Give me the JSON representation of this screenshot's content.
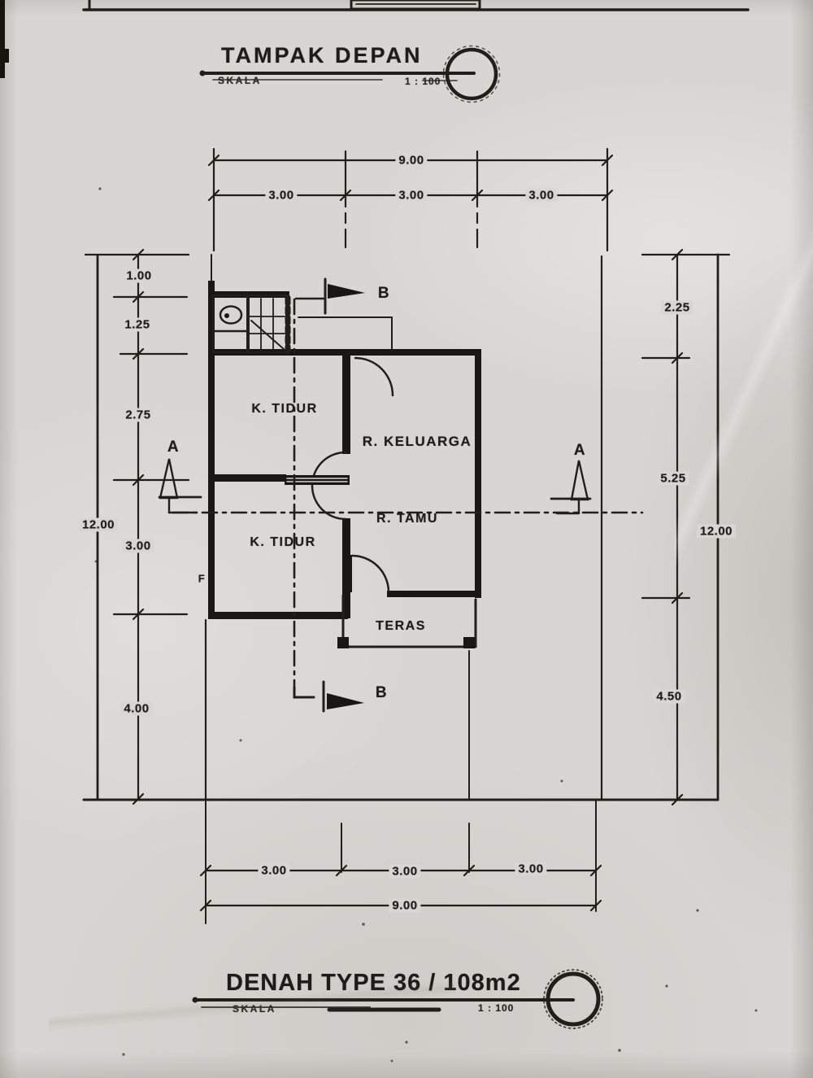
{
  "titles": {
    "front_view": {
      "title": "TAMPAK DEPAN",
      "scale_label": "SKALA",
      "scale_value": "1 : 100"
    },
    "floor_plan": {
      "title": "DENAH TYPE 36 / 108m2",
      "scale_label": "SKALA",
      "scale_value": "1 : 100"
    }
  },
  "rooms": {
    "bedroom_top": "K. TIDUR",
    "bedroom_bottom": "K. TIDUR",
    "family_room": "R. KELUARGA",
    "living_room": "R. TAMU",
    "terrace": "TERAS"
  },
  "dimensions": {
    "top": {
      "total": "9.00",
      "segments": [
        "3.00",
        "3.00",
        "3.00"
      ]
    },
    "bottom": {
      "total": "9.00",
      "segments": [
        "3.00",
        "3.00",
        "3.00"
      ]
    },
    "left": {
      "total": "12.00",
      "segments": [
        "1.00",
        "1.25",
        "2.75",
        "3.00",
        "4.00"
      ]
    },
    "right": {
      "total": "12.00",
      "segments": [
        "2.25",
        "5.25",
        "4.50"
      ]
    }
  },
  "section_markers": {
    "a": "A",
    "b": "B",
    "f": "F"
  }
}
